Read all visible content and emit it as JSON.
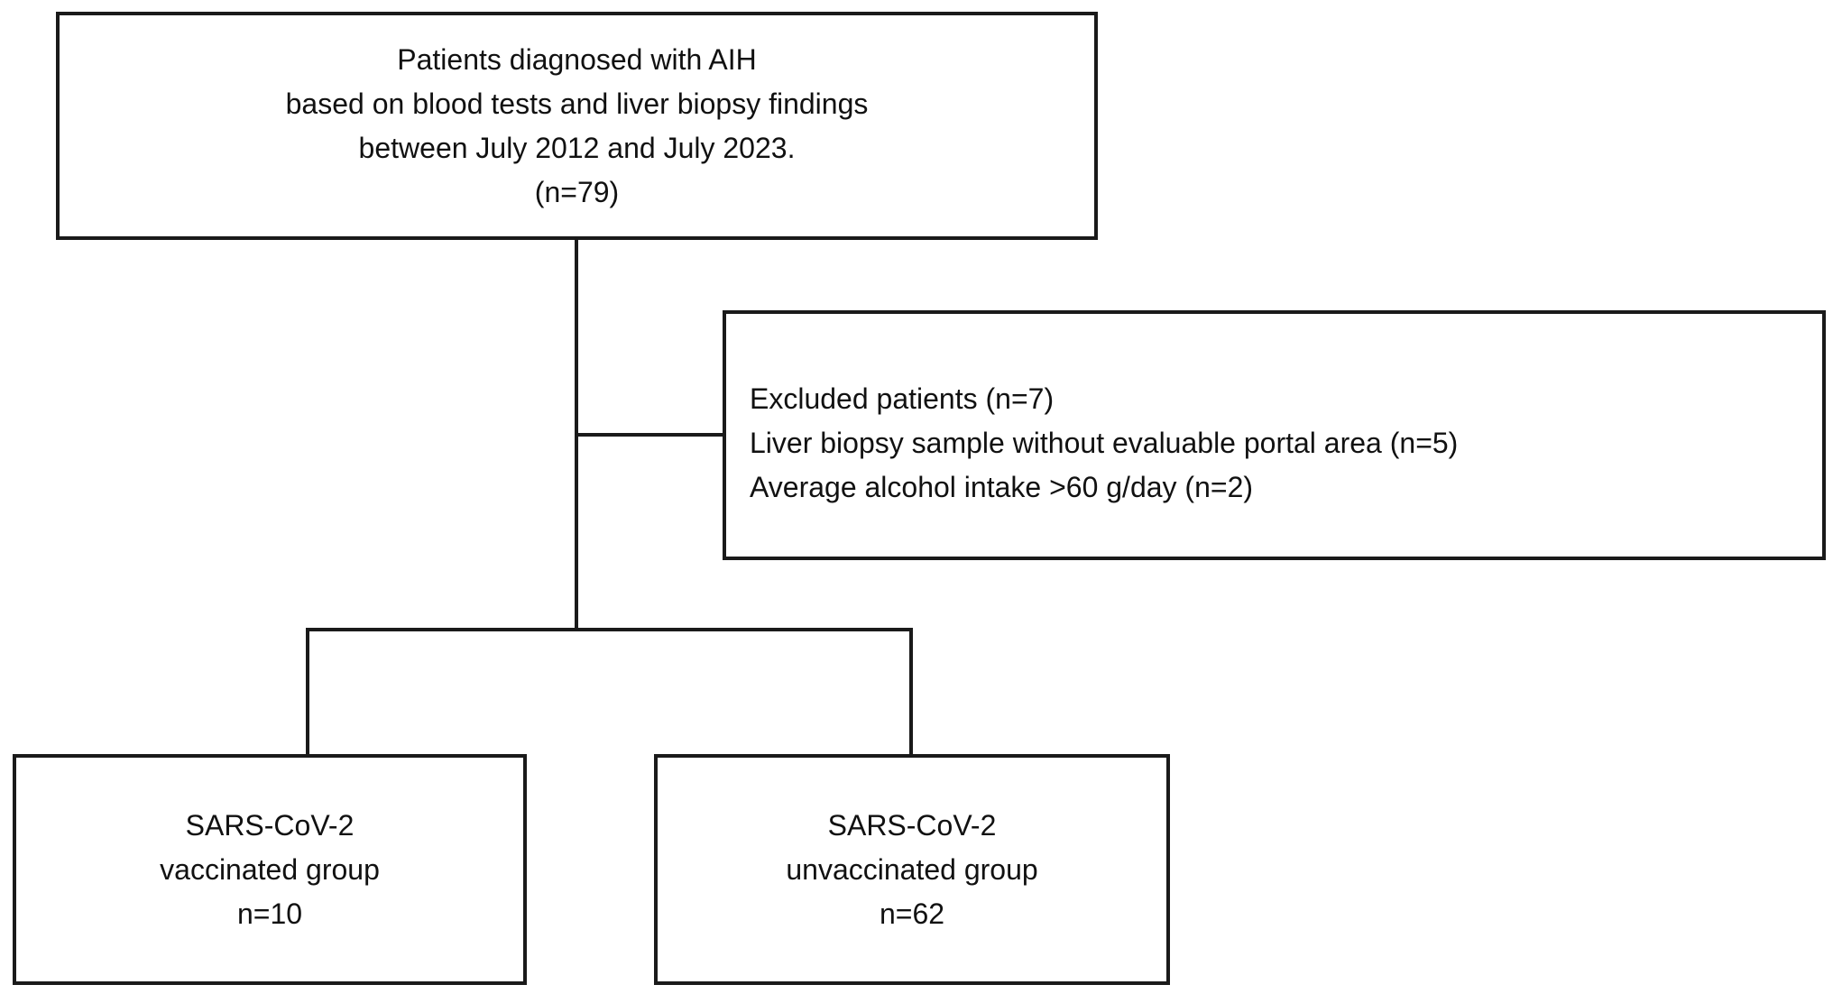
{
  "flowchart": {
    "total_box": {
      "lines": [
        "Patients diagnosed with AIH",
        "based on blood tests and liver biopsy findings",
        "between July 2012 and July 2023.",
        "(n=79)"
      ]
    },
    "excluded_box": {
      "lines": [
        "Excluded patients (n=7)",
        "Liver biopsy sample without evaluable portal area (n=5)",
        "Average alcohol intake >60 g/day (n=2)"
      ]
    },
    "vaccinated_box": {
      "lines": [
        "SARS-CoV-2",
        "vaccinated group",
        "n=10"
      ]
    },
    "unvaccinated_box": {
      "lines": [
        "SARS-CoV-2",
        "unvaccinated group",
        "n=62"
      ]
    },
    "colors": {
      "line": "#1a1a1a",
      "background": "#ffffff",
      "text": "#111111"
    }
  }
}
